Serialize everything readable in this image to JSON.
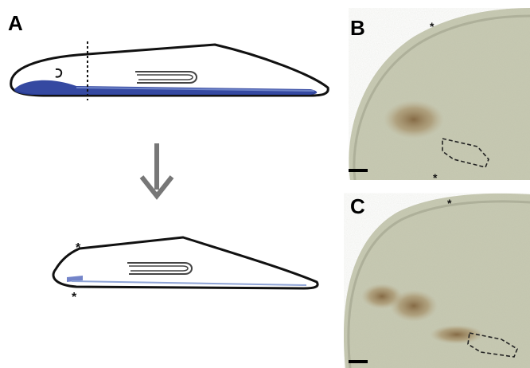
{
  "figure": {
    "panels": [
      {
        "letter": "A",
        "type": "schematic-diagram"
      },
      {
        "letter": "B",
        "type": "micrograph"
      },
      {
        "letter": "C",
        "type": "micrograph"
      }
    ],
    "marker_symbol": "*"
  },
  "colors": {
    "outline": "#111111",
    "stain_blue": "#2a3f9c",
    "light_blue": "#8fa4d6",
    "arrow": "#777777",
    "tissue": "#c7c9b2",
    "tissue_dark": "#b4b79e",
    "brown_stain": "#8b6b3e",
    "scale_bar": "#000000"
  }
}
